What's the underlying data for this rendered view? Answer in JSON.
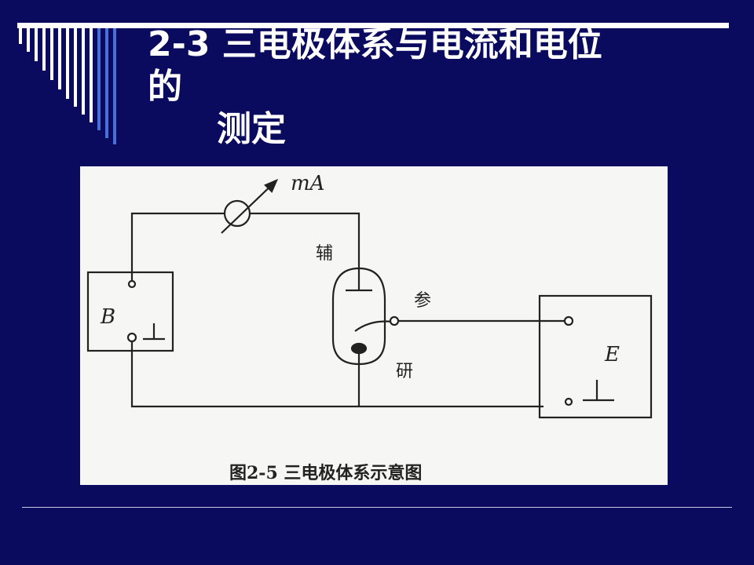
{
  "slide": {
    "title_line1": "2-3 三电极体系与电流和电位",
    "title_line2": "的",
    "title_line3": "测定"
  },
  "diagram": {
    "meter_label": "mA",
    "box_b_label": "B",
    "box_e_label": "E",
    "aux_label": "辅",
    "ref_label": "参",
    "work_label": "研",
    "caption": "图2-5   三电极体系示意图"
  },
  "colors": {
    "background": "#0a0a5e",
    "accent_stripes": [
      "#ffffff",
      "#4a6fd8"
    ],
    "diagram_ink": "#222222"
  }
}
